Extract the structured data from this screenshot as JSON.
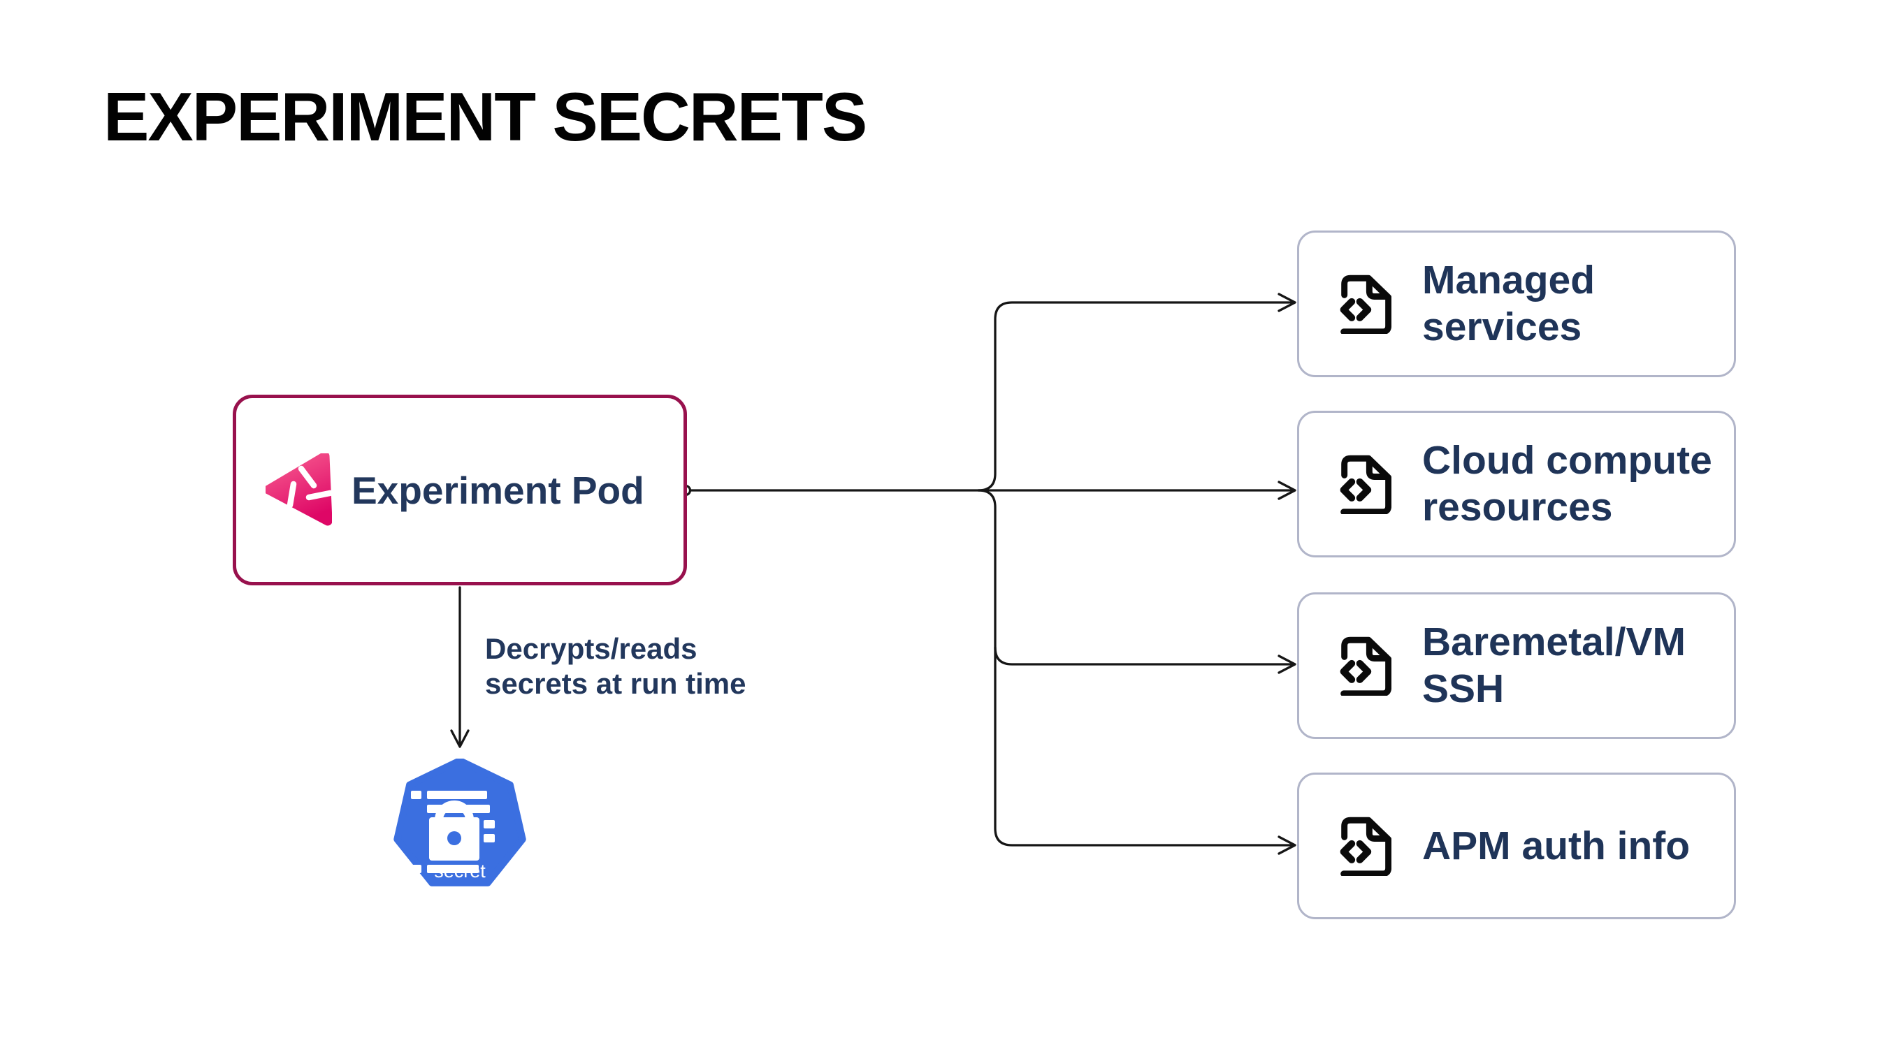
{
  "title": "EXPERIMENT SECRETS",
  "pod": {
    "label": "Experiment Pod",
    "icon": "litmus-chaos-pinwheel-icon",
    "border_color": "#98114D",
    "icon_gradient": [
      "#F6598E",
      "#DE0766"
    ]
  },
  "annotation": {
    "lines": [
      "Decrypts/reads",
      "secrets at run time"
    ]
  },
  "secret_node": {
    "label": "secret",
    "icon": "kubernetes-secret-lock-icon",
    "color": "#3B6FE0"
  },
  "targets": [
    {
      "name": "managed-services",
      "icon": "file-code-icon",
      "lines": [
        "Managed",
        "services"
      ]
    },
    {
      "name": "cloud-compute",
      "icon": "file-code-icon",
      "lines": [
        "Cloud compute",
        "resources"
      ]
    },
    {
      "name": "baremetal-vm-ssh",
      "icon": "file-code-icon",
      "lines": [
        "Baremetal/VM",
        "SSH"
      ]
    },
    {
      "name": "apm-auth-info",
      "icon": "file-code-icon",
      "lines": [
        "APM auth info"
      ]
    }
  ],
  "colors": {
    "text_navy": "#22375C",
    "target_text": "#1F3458",
    "target_border": "#B1B5C9",
    "pod_border": "#98114D",
    "k8s_blue": "#3B6FE0",
    "line": "#161616",
    "title": "#020202"
  }
}
